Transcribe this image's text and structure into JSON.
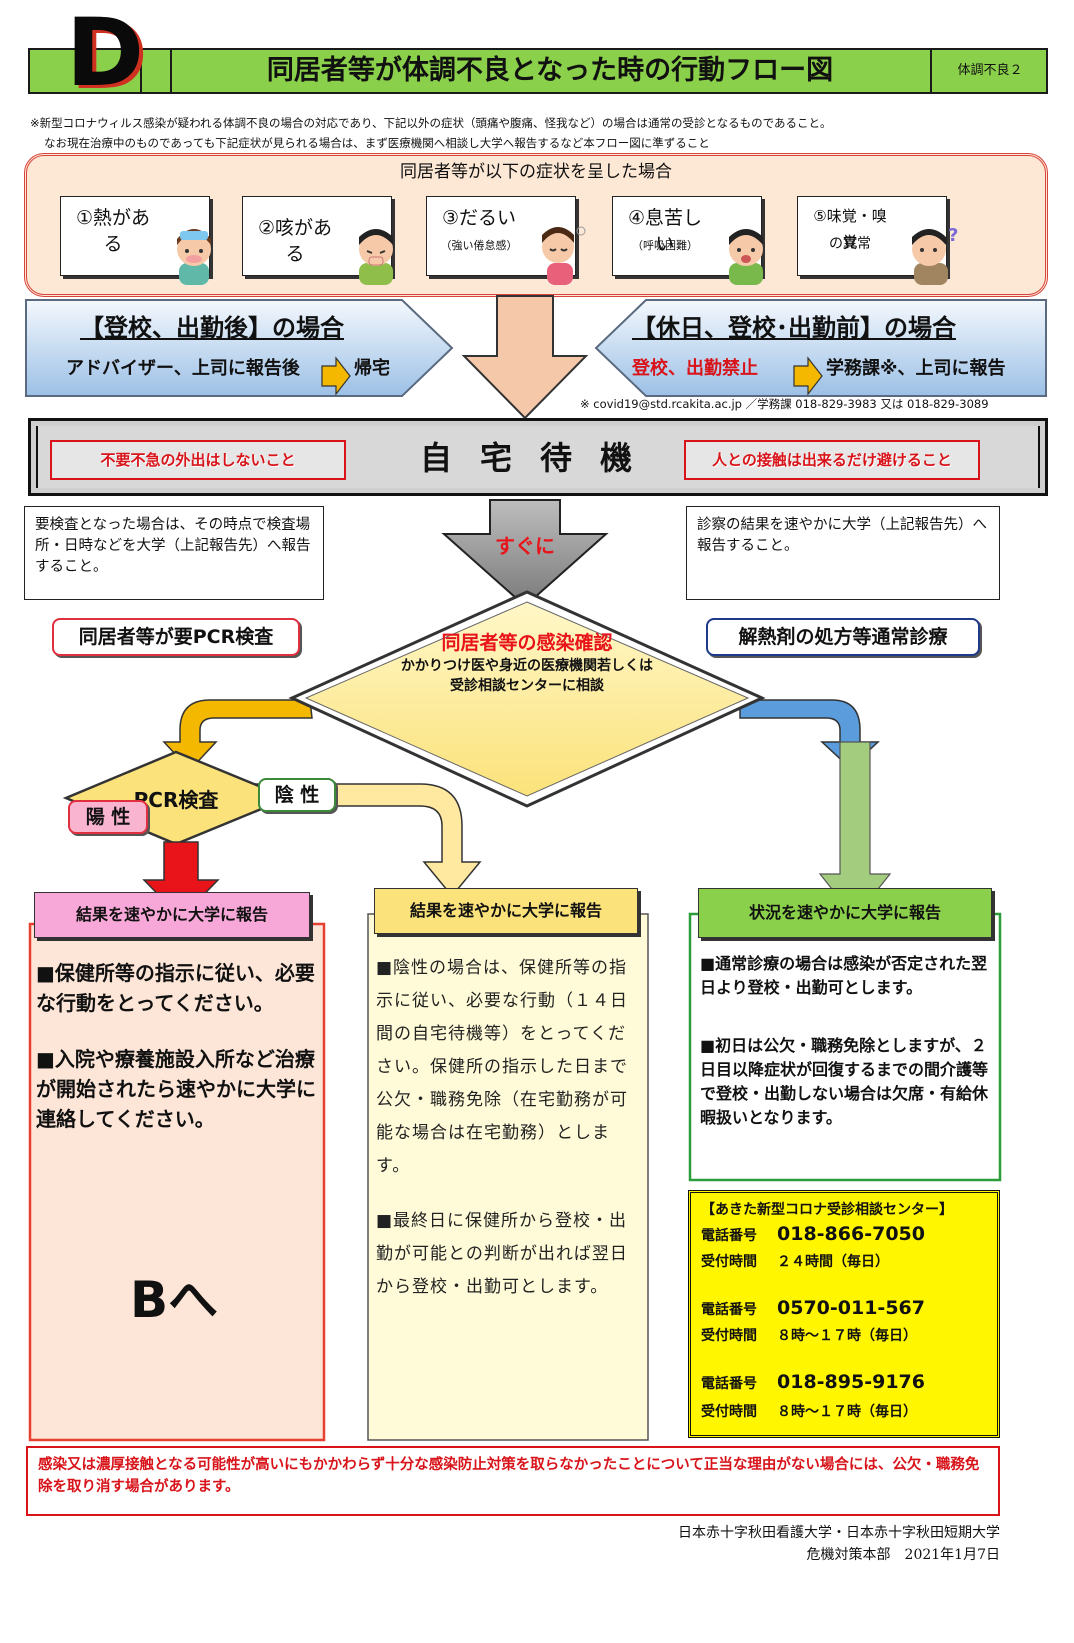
{
  "header": {
    "section_letter": "D",
    "title": "同居者等が体調不良となった時の行動フロー図",
    "tag": "体調不良２"
  },
  "notes": [
    "※新型コロナウィルス感染が疑われる体調不良の場合の対応であり、下記以外の症状（頭痛や腹痛、怪我など）の場合は通常の受診となるものであること。",
    "なお現在治療中のものであっても下記症状が見られる場合は、まず医療機関へ相談し大学へ報告するなど本フロー図に準ずること"
  ],
  "symptoms": {
    "heading": "同居者等が以下の症状を呈した場合",
    "items": [
      {
        "label": "①熱がある",
        "sub": ""
      },
      {
        "label": "②咳がある",
        "sub": ""
      },
      {
        "label": "③だるい",
        "sub": "（強い倦怠感）"
      },
      {
        "label": "④息苦しい",
        "sub": "（呼吸困難）"
      },
      {
        "label": "⑤味覚・嗅覚",
        "sub": "の異常"
      }
    ]
  },
  "after_case": {
    "title": "【登校、出勤後】の場合",
    "line_a": "アドバイザー、上司に報告後",
    "line_b": "帰宅"
  },
  "before_case": {
    "title": "【休日、登校･出勤前】の場合",
    "line_a": "登校、出勤禁止",
    "line_b": "学務課※、上司に報告"
  },
  "contact_line": "※ covid19@std.rcakita.ac.jp ／学務課 018-829-3983 又は 018-829-3089",
  "home": {
    "title": "自宅待機",
    "rule_left": "不要不急の外出はしないこと",
    "rule_right": "人との接触は出来るだけ避けること"
  },
  "immediately": "すぐに",
  "callout_left": "要検査となった場合は、その時点で検査場所・日時などを大学（上記報告先）へ報告すること。",
  "callout_right": "診察の結果を速やかに大学（上記報告先）へ報告すること。",
  "pcr_needed": "同居者等が要PCR検査",
  "normal_care": "解熱剤の処方等通常診療",
  "diamond": {
    "title": "同居者等の感染確認",
    "body": "かかりつけ医や身近の医療機関若しくは受診相談センターに相談"
  },
  "pcr": {
    "label": "PCR検査",
    "positive": "陽 性",
    "negative": "陰 性"
  },
  "columns": {
    "positive": {
      "header": "結果を速やかに大学に報告",
      "para1": "■保健所等の指示に従い、必要な行動をとってください。",
      "para2": "■入院や療養施設入所など治療が開始されたら速やかに大学に連絡してください。",
      "next": "Bへ"
    },
    "negative": {
      "header": "結果を速やかに大学に報告",
      "para1": "■陰性の場合は、保健所等の指示に従い、必要な行動（１４日間の自宅待機等）をとってください。保健所の指示した日まで公欠・職務免除（在宅勤務が可能な場合は在宅勤務）とします。",
      "para2": "■最終日に保健所から登校・出勤が可能との判断が出れば翌日から登校・出勤可とします。"
    },
    "normal": {
      "header": "状況を速やかに大学に報告",
      "para1": "■通常診療の場合は感染が否定された翌日より登校・出勤可とします。",
      "para2": "■初日は公欠・職務免除としますが、２日目以降症状が回復するまでの間介護等で登校・出勤しない場合は欠席・有給休暇扱いとなります。"
    }
  },
  "center": {
    "title": "【あきた新型コロナ受診相談センター】",
    "phone_label": "電話番号",
    "hours_label": "受付時間",
    "entries": [
      {
        "phone": "018-866-7050",
        "hours": "２４時間（毎日）"
      },
      {
        "phone": "0570-011-567",
        "hours": "８時～１７時（毎日）"
      },
      {
        "phone": "018-895-9176",
        "hours": "８時～１７時（毎日）"
      }
    ]
  },
  "warning": "感染又は濃厚接触となる可能性が高いにもかかわらず十分な感染防止対策を取らなかったことについて正当な理由がない場合には、公欠・職務免除を取り消す場合があります。",
  "footer": {
    "line1": "日本赤十字秋田看護大学・日本赤十字秋田短期大学",
    "line2": "危機対策本部　2021年1月7日"
  }
}
